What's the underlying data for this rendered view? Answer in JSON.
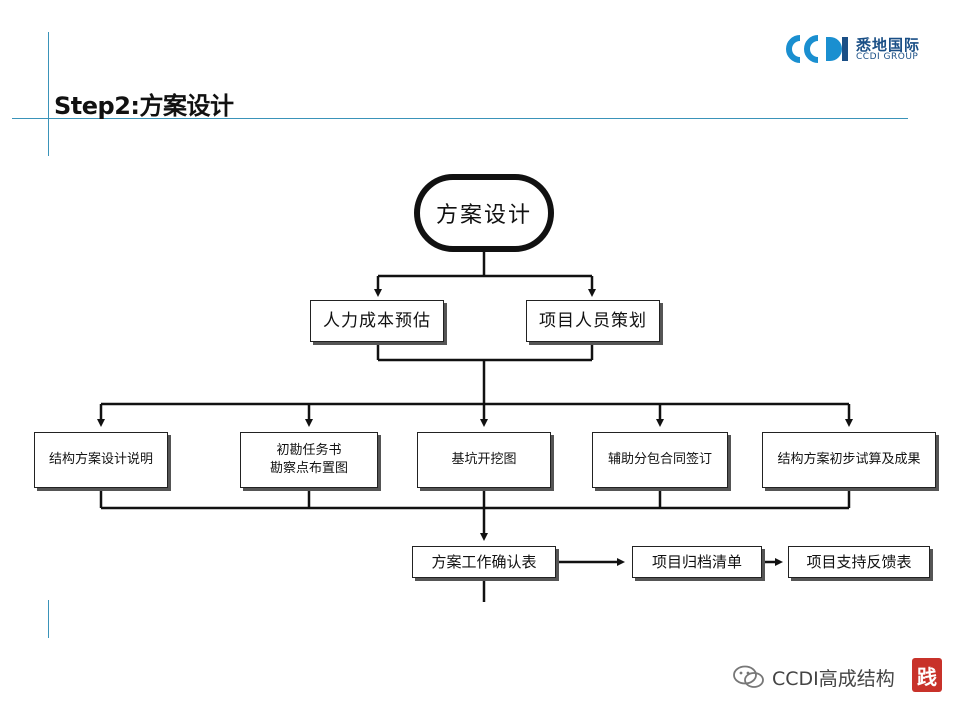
{
  "header": {
    "title": "Step2:方案设计",
    "logo": {
      "mark": "CCDI",
      "name_cn": "悉地国际",
      "name_en": "CCDI GROUP",
      "brand_color": "#1a8fd0"
    },
    "accent_line_color": "#3a93b9"
  },
  "flowchart": {
    "start": "方案设计",
    "level1": [
      "人力成本预估",
      "项目人员策划"
    ],
    "level2": [
      {
        "lines": [
          "结构方案设计说明"
        ]
      },
      {
        "lines": [
          "初勘任务书",
          "勘察点布置图"
        ]
      },
      {
        "lines": [
          "基坑开挖图"
        ]
      },
      {
        "lines": [
          "辅助分包合同签订"
        ]
      },
      {
        "lines": [
          "结构方案初步试算及成果"
        ]
      }
    ],
    "sequence": [
      "方案工作确认表",
      "项目归档清单",
      "项目支持反馈表"
    ]
  },
  "watermark": {
    "icon": "wechat-icon",
    "text": "CCDI高成结构",
    "seal_char": "践",
    "seal_color": "#c8322a"
  }
}
